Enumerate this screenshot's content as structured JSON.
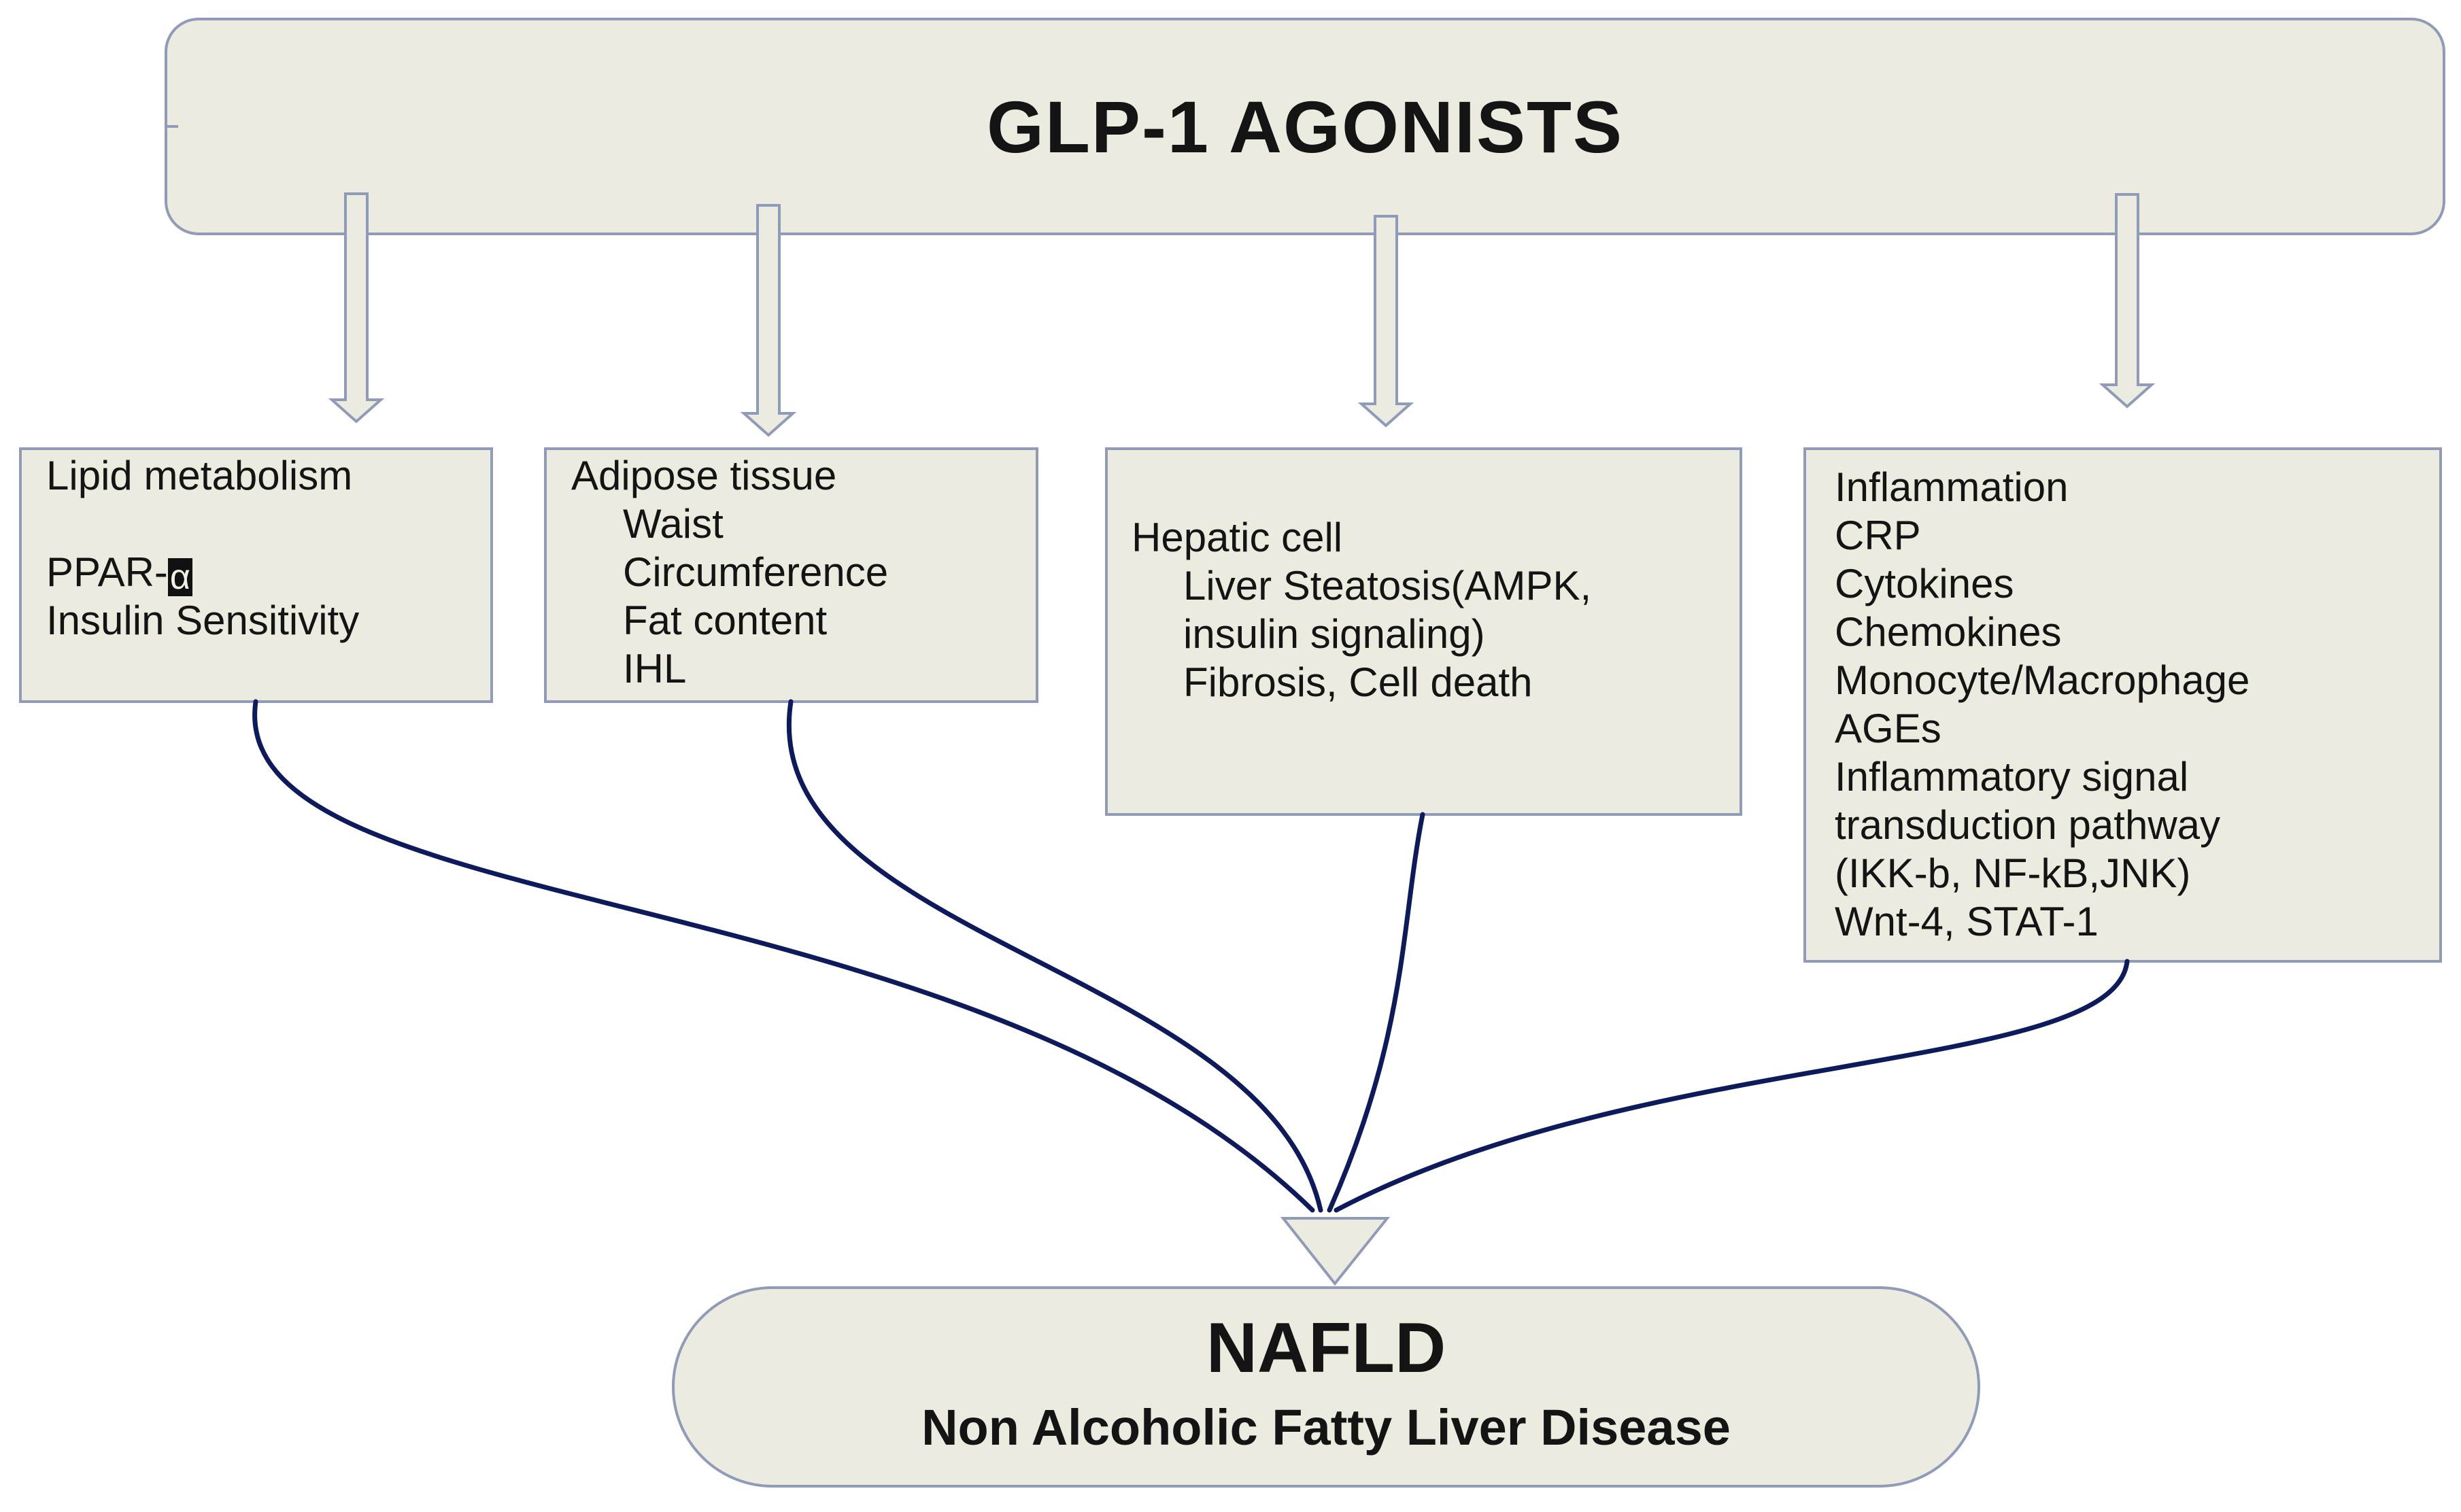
{
  "top_banner": {
    "title": "GLP-1 AGONISTS"
  },
  "boxes": {
    "lipid": {
      "title": "Lipid metabolism",
      "ppar_label": "PPAR-",
      "ppar_symbol": "α",
      "insulin": "Insulin Sensitivity"
    },
    "adipose": {
      "title": "Adipose tissue",
      "items": [
        "Waist",
        "Circumference",
        "Fat content",
        "IHL"
      ]
    },
    "hepatic": {
      "title": "Hepatic cell",
      "items": [
        "Liver Steatosis(AMPK,",
        "insulin signaling)",
        "Fibrosis, Cell death"
      ]
    },
    "inflammation": {
      "title": "Inflammation",
      "items": [
        "CRP",
        "Cytokines",
        "Chemokines",
        "Monocyte/Macrophage",
        "AGEs",
        "Inflammatory signal",
        "transduction pathway",
        "(IKK-b, NF-kB,JNK)",
        "Wnt-4, STAT-1"
      ]
    }
  },
  "outcome": {
    "title": "NAFLD",
    "subtitle": "Non Alcoholic Fatty Liver Disease"
  },
  "colors": {
    "box_fill": "#ecebdf",
    "box_stroke": "#8f9bb8",
    "connector": "#0d1a5c",
    "text": "#141414"
  }
}
